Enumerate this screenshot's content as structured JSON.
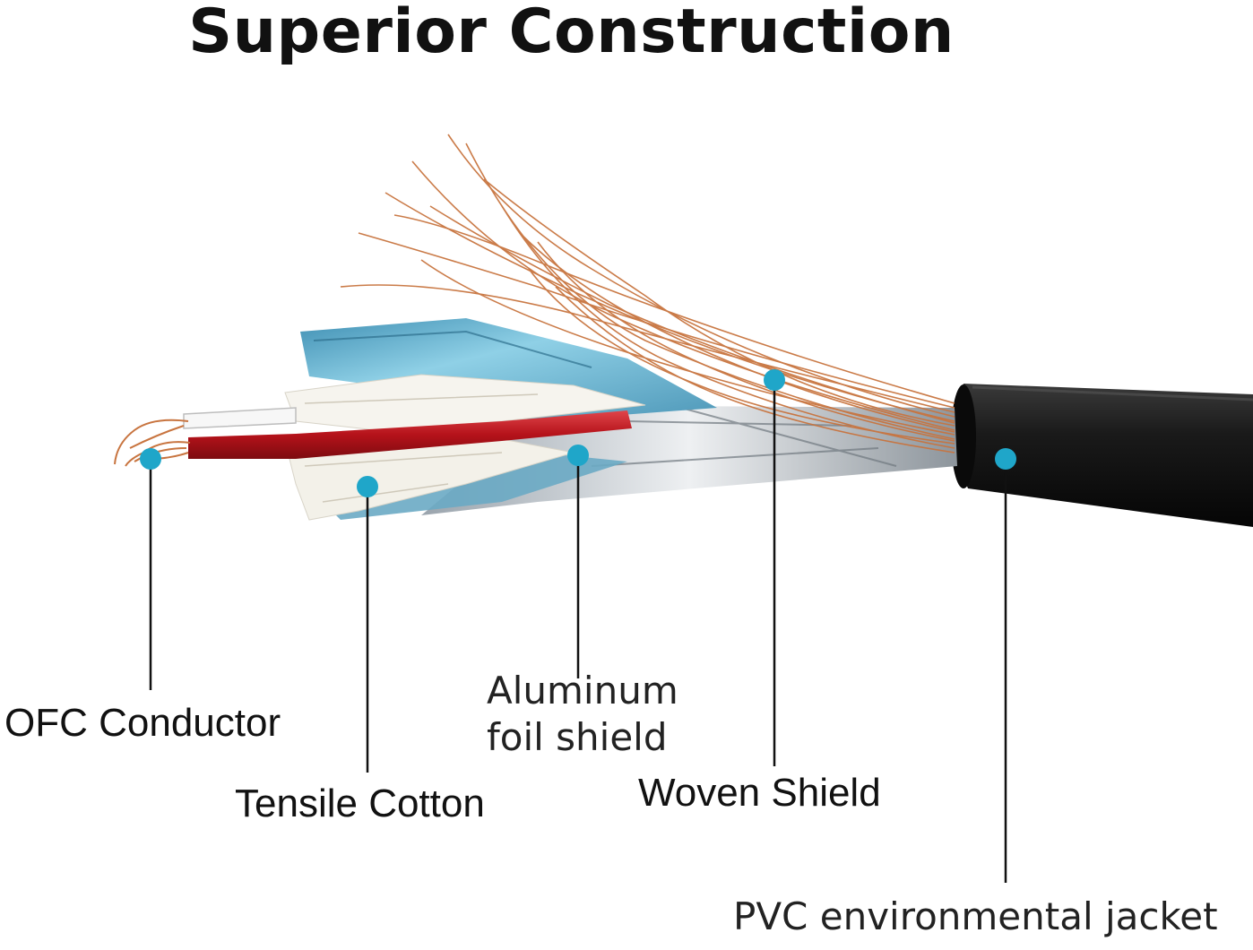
{
  "title": "Superior Construction",
  "labels": {
    "ofc_conductor": "OFC Conductor",
    "tensile_cotton": "Tensile Cotton",
    "aluminum_line1": "Aluminum",
    "aluminum_line2": "foil shield",
    "woven_shield": "Woven Shield",
    "pvc_jacket": "PVC environmental jacket"
  },
  "colors": {
    "marker": "#1fa6c9",
    "copper": "#c8743f",
    "jacket": "#141414",
    "cotton": "#f3f1ea",
    "red_insulation": "#c4161c",
    "foil_blue": "#5fb3cf",
    "foil_silver": "#c9cdd2"
  }
}
